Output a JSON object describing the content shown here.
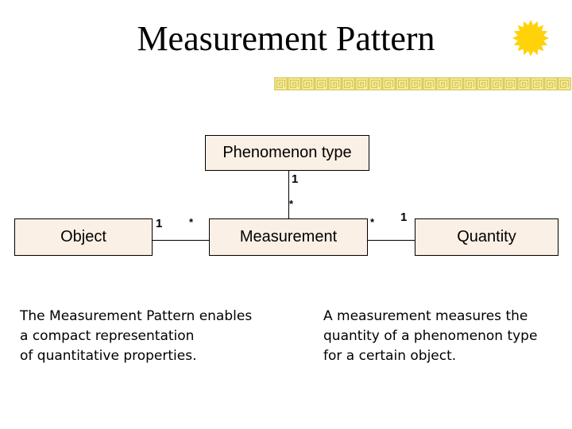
{
  "slide": {
    "title": "Measurement Pattern"
  },
  "decor": {
    "sun_icon": "sunburst",
    "sun_color": "#FFD20A",
    "greek_key_fill": "#F9F2AC",
    "greek_key_stroke": "#D9C750",
    "greek_key_count": 22
  },
  "diagram": {
    "box_fill": "#FBF0E6",
    "box_border": "#000000",
    "nodes": [
      {
        "id": "phenomenon-type",
        "label": "Phenomenon type"
      },
      {
        "id": "object",
        "label": "Object"
      },
      {
        "id": "measurement",
        "label": "Measurement"
      },
      {
        "id": "quantity",
        "label": "Quantity"
      }
    ],
    "multiplicities": {
      "phenomenon_end": "1",
      "measurement_top_end": "*",
      "object_end": "1",
      "measurement_left_end": "*",
      "measurement_right_end": "*",
      "quantity_end": "1"
    }
  },
  "notes": {
    "left": [
      "The Measurement Pattern enables",
      "a compact representation",
      "of quantitative properties."
    ],
    "right": [
      "A measurement measures the",
      "quantity of a phenomenon type",
      "for a certain object."
    ]
  }
}
